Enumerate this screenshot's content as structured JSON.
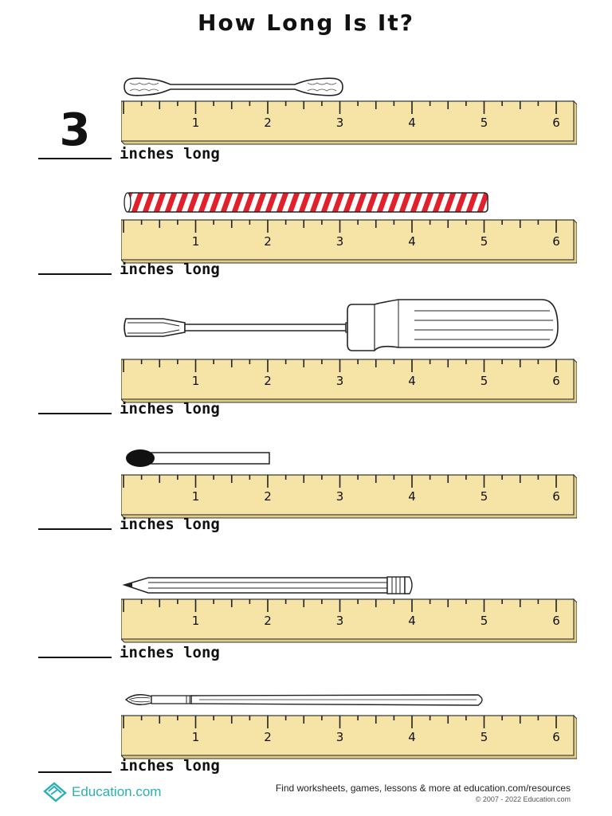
{
  "title": "How Long Is It?",
  "ruler": {
    "numbers": [
      "1",
      "2",
      "3",
      "4",
      "5",
      "6"
    ]
  },
  "unit_label": "inches long",
  "items": [
    {
      "object": "cotton-swab",
      "answer": "3"
    },
    {
      "object": "candy-stick",
      "answer": ""
    },
    {
      "object": "screwdriver",
      "answer": ""
    },
    {
      "object": "match",
      "answer": ""
    },
    {
      "object": "pencil",
      "answer": ""
    },
    {
      "object": "paintbrush",
      "answer": ""
    }
  ],
  "footer": {
    "brand": "Education.com",
    "find_text": "Find worksheets, games, lessons & more at education.com/resources",
    "copyright": "© 2007 - 2022 Education.com"
  },
  "colors": {
    "ruler_fill": "#f6e4a6",
    "ruler_edge": "#e2cd86",
    "stripe": "#e0202a",
    "brand": "#2ab0b5"
  }
}
